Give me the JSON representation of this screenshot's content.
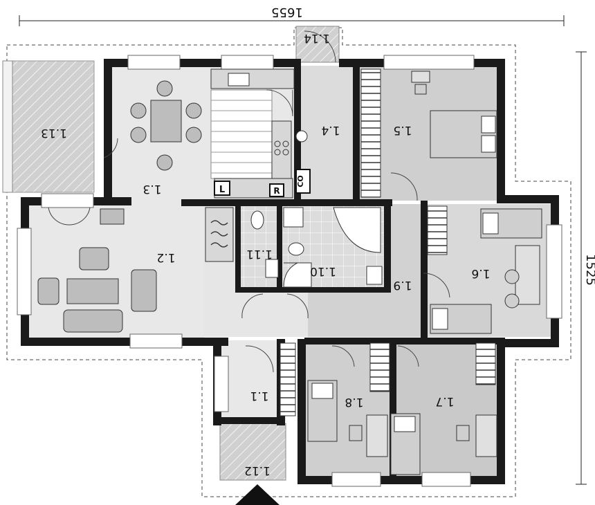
{
  "dimensions": {
    "width_label": "1655",
    "depth_label": "1525"
  },
  "rooms": {
    "r1_1": "1.1",
    "r1_2": "1.2",
    "r1_3": "1.3",
    "r1_4": "1.4",
    "r1_5": "1.5",
    "r1_6": "1.6",
    "r1_7": "1.7",
    "r1_8": "1.8",
    "r1_9": "1.9",
    "r1_10": "1.10",
    "r1_11": "1.11",
    "r1_12": "1.12",
    "r1_13": "1.13",
    "r1_14": "1.14"
  },
  "fixtures": {
    "fridge_label": "L",
    "oven_label": "R",
    "boiler_label": "CO"
  },
  "colors": {
    "wall": "#1a1a1a",
    "floor_light": "#e9e9e9",
    "floor_mid": "#d6d6d6",
    "floor_dark": "#c4c4c4",
    "furniture": "#bdbdbd"
  }
}
